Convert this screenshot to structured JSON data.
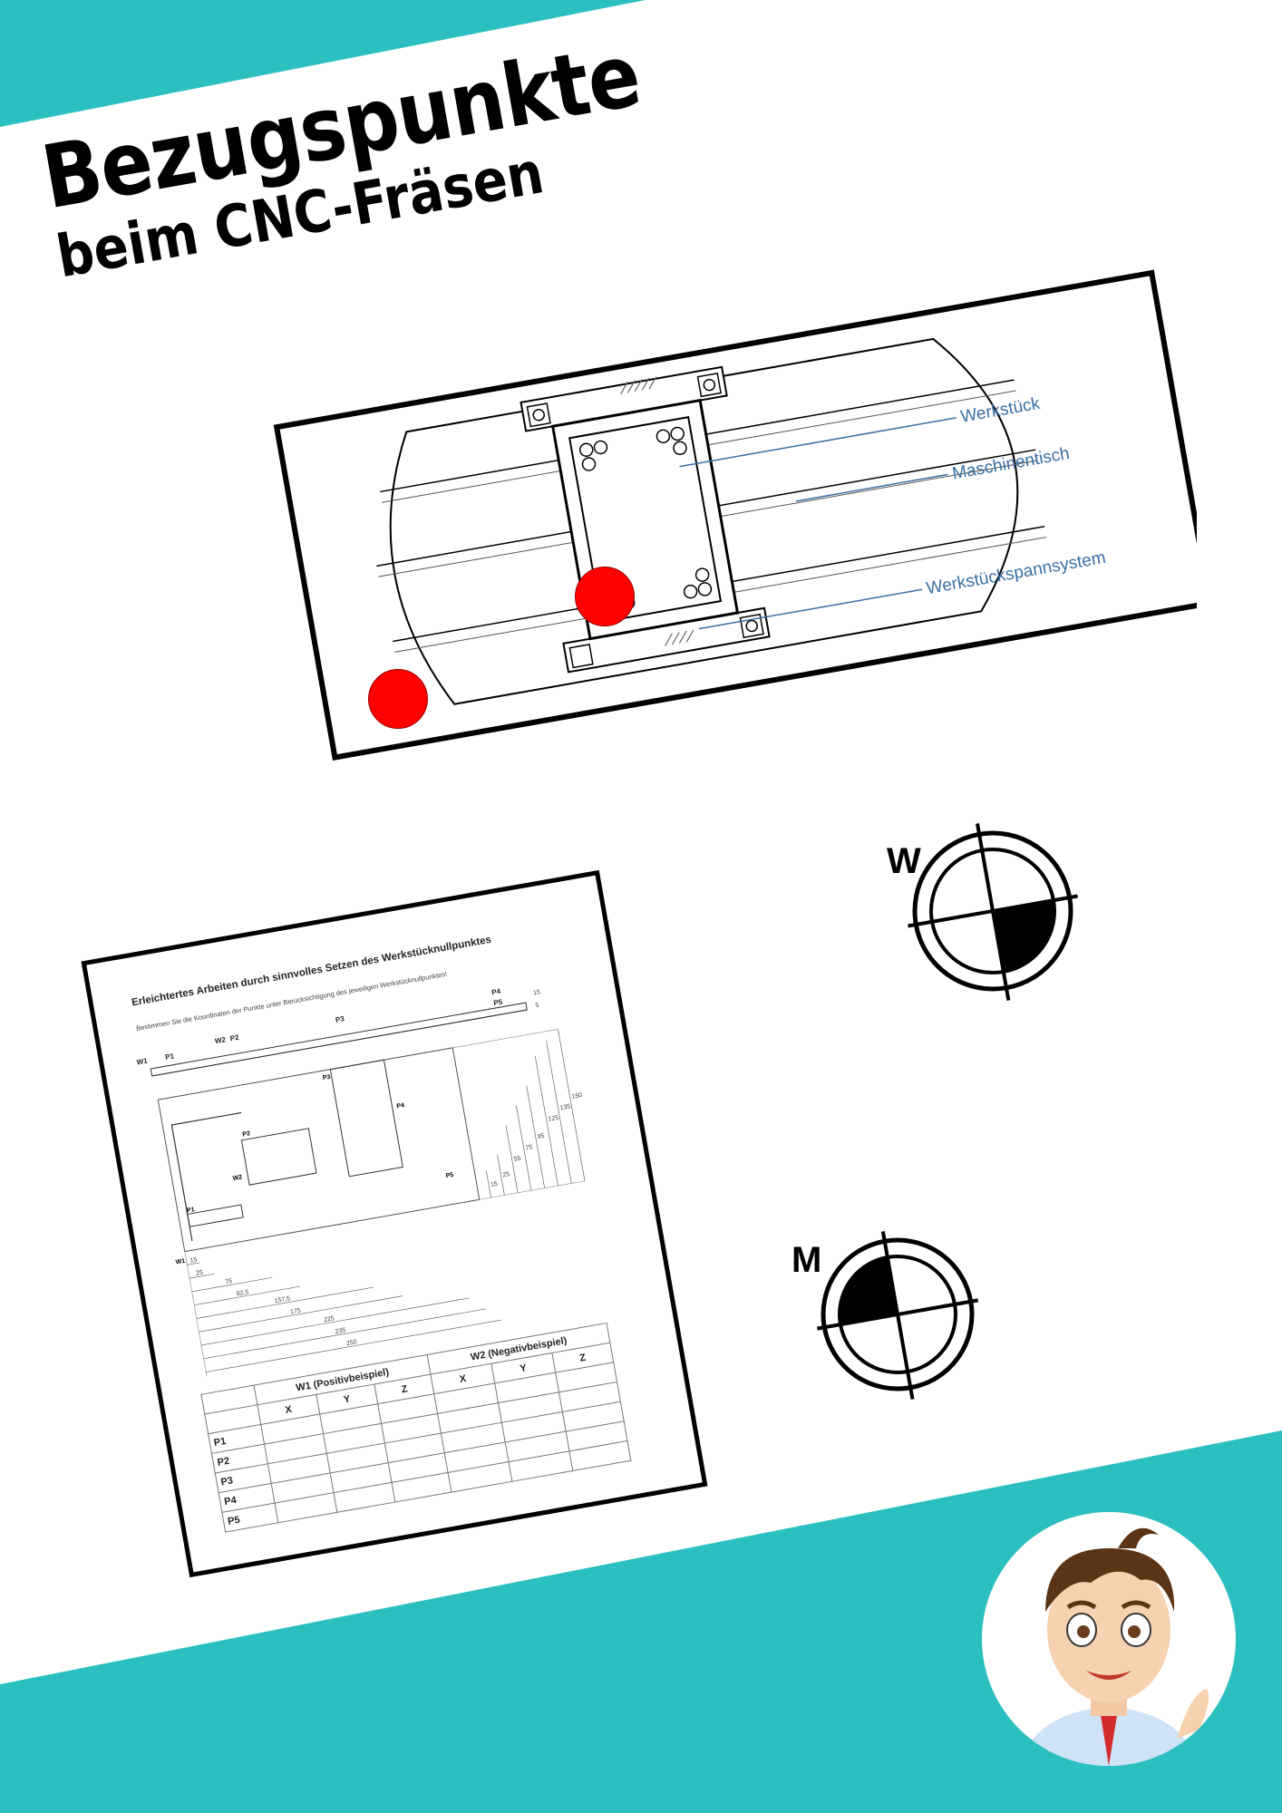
{
  "title": {
    "main": "Bezugspunkte",
    "sub": "beim CNC-Fräsen"
  },
  "machine_diagram": {
    "labels": [
      "Werkstück",
      "Maschinentisch",
      "Werkstückspannsystem"
    ],
    "label_color": "#3a6ea5"
  },
  "symbols": {
    "workpiece": "W",
    "machine": "M"
  },
  "worksheet": {
    "title": "Erleichtertes Arbeiten durch sinnvolles Setzen des Werkstücknullpunktes",
    "instruction": "Bestimmen Sie die Koordinaten der Punkte unter Berücksichtigung des jeweiligen Werkstücknullpunktes!",
    "top_view_labels": [
      "W1",
      "P1",
      "W2",
      "P2",
      "P3",
      "P4",
      "P5"
    ],
    "top_dims": [
      "15",
      "5"
    ],
    "right_dims": [
      "15",
      "25",
      "55",
      "75",
      "95",
      "125",
      "135",
      "150"
    ],
    "bottom_dims": [
      "15",
      "25",
      "75",
      "92,5",
      "157,5",
      "175",
      "225",
      "235",
      "250"
    ],
    "point_labels": [
      "P1",
      "P2",
      "P3",
      "P4",
      "P5",
      "W1",
      "W2"
    ],
    "table": {
      "group1": "W1 (Positivbeispiel)",
      "group2": "W2 (Negativbeispiel)",
      "cols": [
        "X",
        "Y",
        "Z"
      ],
      "rows": [
        "P1",
        "P2",
        "P3",
        "P4",
        "P5"
      ]
    }
  },
  "colors": {
    "teal": "#2bbfc0",
    "red_marker": "#ff0000",
    "black": "#000000"
  }
}
